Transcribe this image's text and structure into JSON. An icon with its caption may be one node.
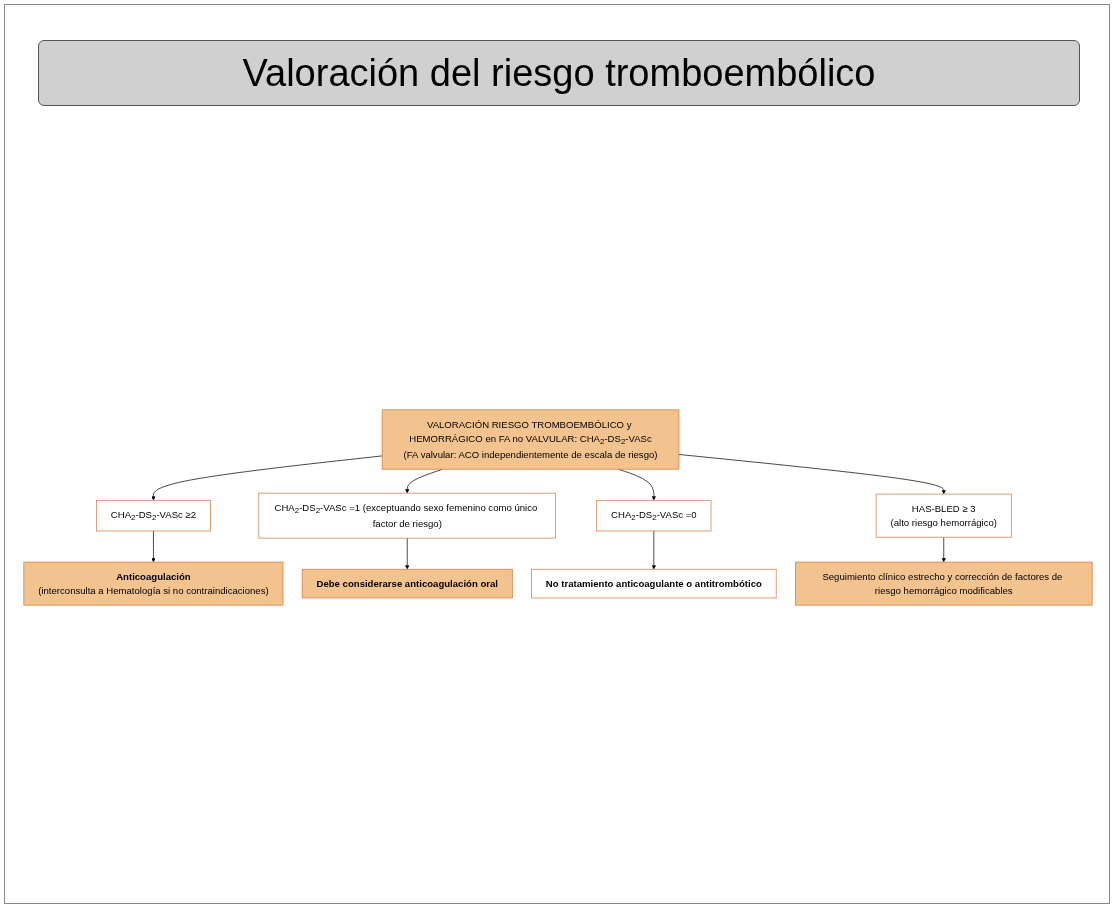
{
  "diagram": {
    "title": "Valoración del riesgo tromboembólico",
    "nodes": [
      {
        "text": [
          "VALORACIÓN RIESGO TROMBOEMBÓLICO y HEMORRÁGICO en FA no VALVULAR: CHA$_{2}$-DS$_{2}$-VASc",
          "(FA valvular: ACO independientemente de escala de riesgo)"
        ]
      },
      {
        "text": [
          "CHA$_{2}$-DS$_{2}$-VASc ≥2"
        ]
      },
      {
        "text": [
          "CHA$_{2}$-DS$_{2}$-VASc =1 (exceptuando sexo femenino como único factor de riesgo)"
        ]
      },
      {
        "text": [
          "CHA$_{2}$-DS$_{2}$-VASc =0"
        ]
      },
      {
        "text": [
          "Anticoagulación",
          "(interconsulta a Hematología si no contraindicaciones)"
        ]
      },
      {
        "text": [
          "Debe considerarse anticoagulación oral"
        ]
      },
      {
        "text": [
          "No tratamiento anticoagulante o antitrombótico"
        ]
      },
      {
        "text": [
          "HAS-BLED ≥ 3",
          "(alto riesgo hemorrágico)"
        ]
      },
      {
        "text": [
          "Seguimiento clínico estrecho y corrección de factores de riesgo hemorrágico modificables"
        ]
      }
    ],
    "edges": [
      {
        "from": 0,
        "to": 1,
        "arrow": "to"
      },
      {
        "from": 0,
        "to": 2,
        "arrow": "to"
      },
      {
        "from": 0,
        "to": 3,
        "arrow": "to"
      },
      {
        "from": 1,
        "to": 4,
        "arrow": "to"
      },
      {
        "from": 2,
        "to": 5,
        "arrow": "to"
      },
      {
        "from": 3,
        "to": 6,
        "arrow": "to"
      },
      {
        "from": 0,
        "to": 7,
        "arrow": "to"
      },
      {
        "from": 7,
        "to": 8,
        "arrow": "to"
      }
    ]
  }
}
